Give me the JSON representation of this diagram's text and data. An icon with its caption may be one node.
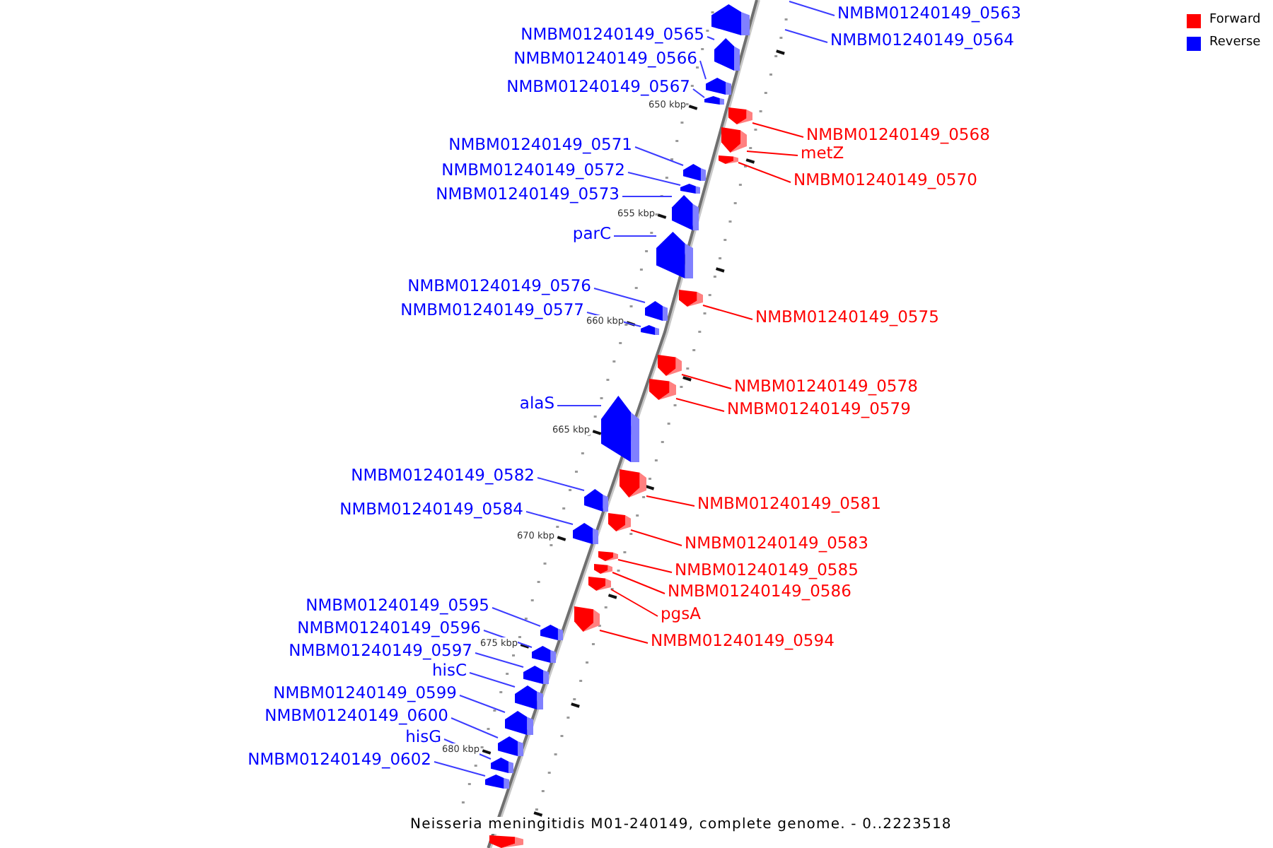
{
  "diagram": {
    "caption": "Neisseria meningitidis M01-240149, complete genome. - 0..2223518",
    "nodes": [
      {
        "text": [],
        "shape": "box"
      },
      {
        "text": [
          "NMBM01240149_0563"
        ]
      },
      {
        "text": [
          "NMBM01240149_0564"
        ]
      },
      {
        "text": [
          "NMBM01240149_0565"
        ]
      },
      {
        "text": [],
        "shape": "box"
      },
      {
        "text": [
          "NMBM01240149_0566"
        ]
      },
      {
        "text": [],
        "shape": "box"
      },
      {
        "text": [
          "NMBM01240149_0567"
        ]
      },
      {
        "text": [],
        "shape": "box"
      },
      {
        "text": [
          "NMBM01240149_0568"
        ]
      },
      {
        "text": [],
        "shape": "box"
      },
      {
        "text": [
          "metZ"
        ]
      },
      {
        "text": [],
        "shape": "box"
      },
      {
        "text": [
          "NMBM01240149_0570"
        ]
      },
      {
        "text": [],
        "shape": "box"
      },
      {
        "text": [
          "NMBM01240149_0571"
        ]
      },
      {
        "text": [],
        "shape": "box"
      },
      {
        "text": [
          "NMBM01240149_0572"
        ]
      },
      {
        "text": [],
        "shape": "box"
      },
      {
        "text": [
          "NMBM01240149_0573"
        ]
      },
      {
        "text": [],
        "shape": "box"
      },
      {
        "text": [
          "parC"
        ]
      },
      {
        "text": [],
        "shape": "box"
      },
      {
        "text": [
          "NMBM01240149_0575"
        ]
      },
      {
        "text": [],
        "shape": "box"
      },
      {
        "text": [
          "NMBM01240149_0576"
        ]
      },
      {
        "text": [],
        "shape": "box"
      },
      {
        "text": [
          "NMBM01240149_0577"
        ]
      },
      {
        "text": [],
        "shape": "box"
      },
      {
        "text": [
          "NMBM01240149_0578"
        ]
      },
      {
        "text": [],
        "shape": "box"
      },
      {
        "text": [
          "NMBM01240149_0579"
        ]
      },
      {
        "text": [],
        "shape": "box"
      },
      {
        "text": [
          "alaS"
        ]
      },
      {
        "text": [],
        "shape": "box"
      },
      {
        "text": [
          "NMBM01240149_0581"
        ]
      },
      {
        "text": [],
        "shape": "box"
      },
      {
        "text": [
          "NMBM01240149_0582"
        ]
      },
      {
        "text": [],
        "shape": "box"
      },
      {
        "text": [
          "NMBM01240149_0583"
        ]
      },
      {
        "text": [],
        "shape": "box"
      },
      {
        "text": [
          "NMBM01240149_0584"
        ]
      },
      {
        "text": [],
        "shape": "box"
      },
      {
        "text": [
          "NMBM01240149_0585"
        ]
      },
      {
        "text": [],
        "shape": "box"
      },
      {
        "text": [
          "NMBM01240149_0586"
        ]
      },
      {
        "text": [],
        "shape": "box"
      },
      {
        "text": [
          "pgsA"
        ]
      },
      {
        "text": [],
        "shape": "box"
      },
      {
        "text": [
          "NMBM01240149_0595"
        ]
      },
      {
        "text": [],
        "shape": "box"
      },
      {
        "text": [
          "NMBM01240149_0596"
        ]
      },
      {
        "text": [],
        "shape": "box"
      },
      {
        "text": [
          "NMBM01240149_0594"
        ]
      },
      {
        "text": [],
        "shape": "box"
      },
      {
        "text": [
          "NMBM01240149_0597"
        ]
      },
      {
        "text": [],
        "shape": "box"
      },
      {
        "text": [
          "hisC"
        ]
      },
      {
        "text": [],
        "shape": "box"
      },
      {
        "text": [
          "NMBM01240149_0599"
        ]
      },
      {
        "text": [],
        "shape": "box"
      },
      {
        "text": [
          "NMBM01240149_0600"
        ]
      },
      {
        "text": [],
        "shape": "box"
      },
      {
        "text": [
          "hisG"
        ]
      },
      {
        "text": [],
        "shape": "box"
      },
      {
        "text": [
          "NMBM01240149_0602"
        ]
      },
      {
        "text": [],
        "shape": "box"
      },
      {
        "text": [],
        "shape": "box"
      }
    ],
    "edges": [
      {
        "from": 1,
        "to": null,
        "arrow": "none"
      },
      {
        "from": 2,
        "to": null,
        "arrow": "none"
      },
      {
        "from": 3,
        "to": 4,
        "arrow": "none"
      },
      {
        "from": 5,
        "to": 6,
        "arrow": "none"
      },
      {
        "from": 7,
        "to": 8,
        "arrow": "none"
      },
      {
        "from": 9,
        "to": 10,
        "arrow": "none",
        "color": "#ff0000"
      },
      {
        "from": 11,
        "to": 12,
        "arrow": "none",
        "color": "#ff0000"
      },
      {
        "from": 13,
        "to": 14,
        "arrow": "none",
        "color": "#ff0000"
      },
      {
        "from": 15,
        "to": 16,
        "arrow": "none"
      },
      {
        "from": 17,
        "to": 18,
        "arrow": "none"
      },
      {
        "from": 19,
        "to": 20,
        "arrow": "none"
      },
      {
        "from": 21,
        "to": 22,
        "arrow": "none"
      },
      {
        "from": 23,
        "to": 24,
        "arrow": "none",
        "color": "#ff0000"
      },
      {
        "from": 25,
        "to": 26,
        "arrow": "none"
      },
      {
        "from": 27,
        "to": 28,
        "arrow": "none"
      },
      {
        "from": 29,
        "to": 30,
        "arrow": "none",
        "color": "#ff0000"
      },
      {
        "from": 31,
        "to": 32,
        "arrow": "none",
        "color": "#ff0000"
      },
      {
        "from": 33,
        "to": 34,
        "arrow": "none"
      },
      {
        "from": 35,
        "to": 36,
        "arrow": "none",
        "color": "#ff0000"
      },
      {
        "from": 37,
        "to": 38,
        "arrow": "none"
      },
      {
        "from": 39,
        "to": 40,
        "arrow": "none",
        "color": "#ff0000"
      },
      {
        "from": 41,
        "to": 42,
        "arrow": "none"
      },
      {
        "from": 43,
        "to": 44,
        "arrow": "none",
        "color": "#ff0000"
      },
      {
        "from": 45,
        "to": 46,
        "arrow": "none",
        "color": "#ff0000"
      },
      {
        "from": 47,
        "to": 48,
        "arrow": "none",
        "color": "#ff0000"
      },
      {
        "from": 49,
        "to": 50,
        "arrow": "none"
      },
      {
        "from": 51,
        "to": 52,
        "arrow": "none"
      },
      {
        "from": 53,
        "to": 54,
        "arrow": "none",
        "color": "#ff0000"
      },
      {
        "from": 55,
        "to": 56,
        "arrow": "none"
      },
      {
        "from": 57,
        "to": 58,
        "arrow": "none"
      },
      {
        "from": 59,
        "to": 60,
        "arrow": "none"
      },
      {
        "from": 61,
        "to": 62,
        "arrow": "none"
      },
      {
        "from": 63,
        "to": 64,
        "arrow": "none"
      },
      {
        "from": 65,
        "to": 66,
        "arrow": "none"
      }
    ],
    "labels": [
      "650 kbp",
      "655 kbp",
      "660 kbp",
      "665 kbp",
      "670 kbp",
      "675 kbp",
      "680 kbp"
    ],
    "legend": [
      {
        "text": "Forward",
        "color": "#ff0000"
      },
      {
        "text": "Reverse",
        "color": "#0000ff"
      }
    ]
  }
}
